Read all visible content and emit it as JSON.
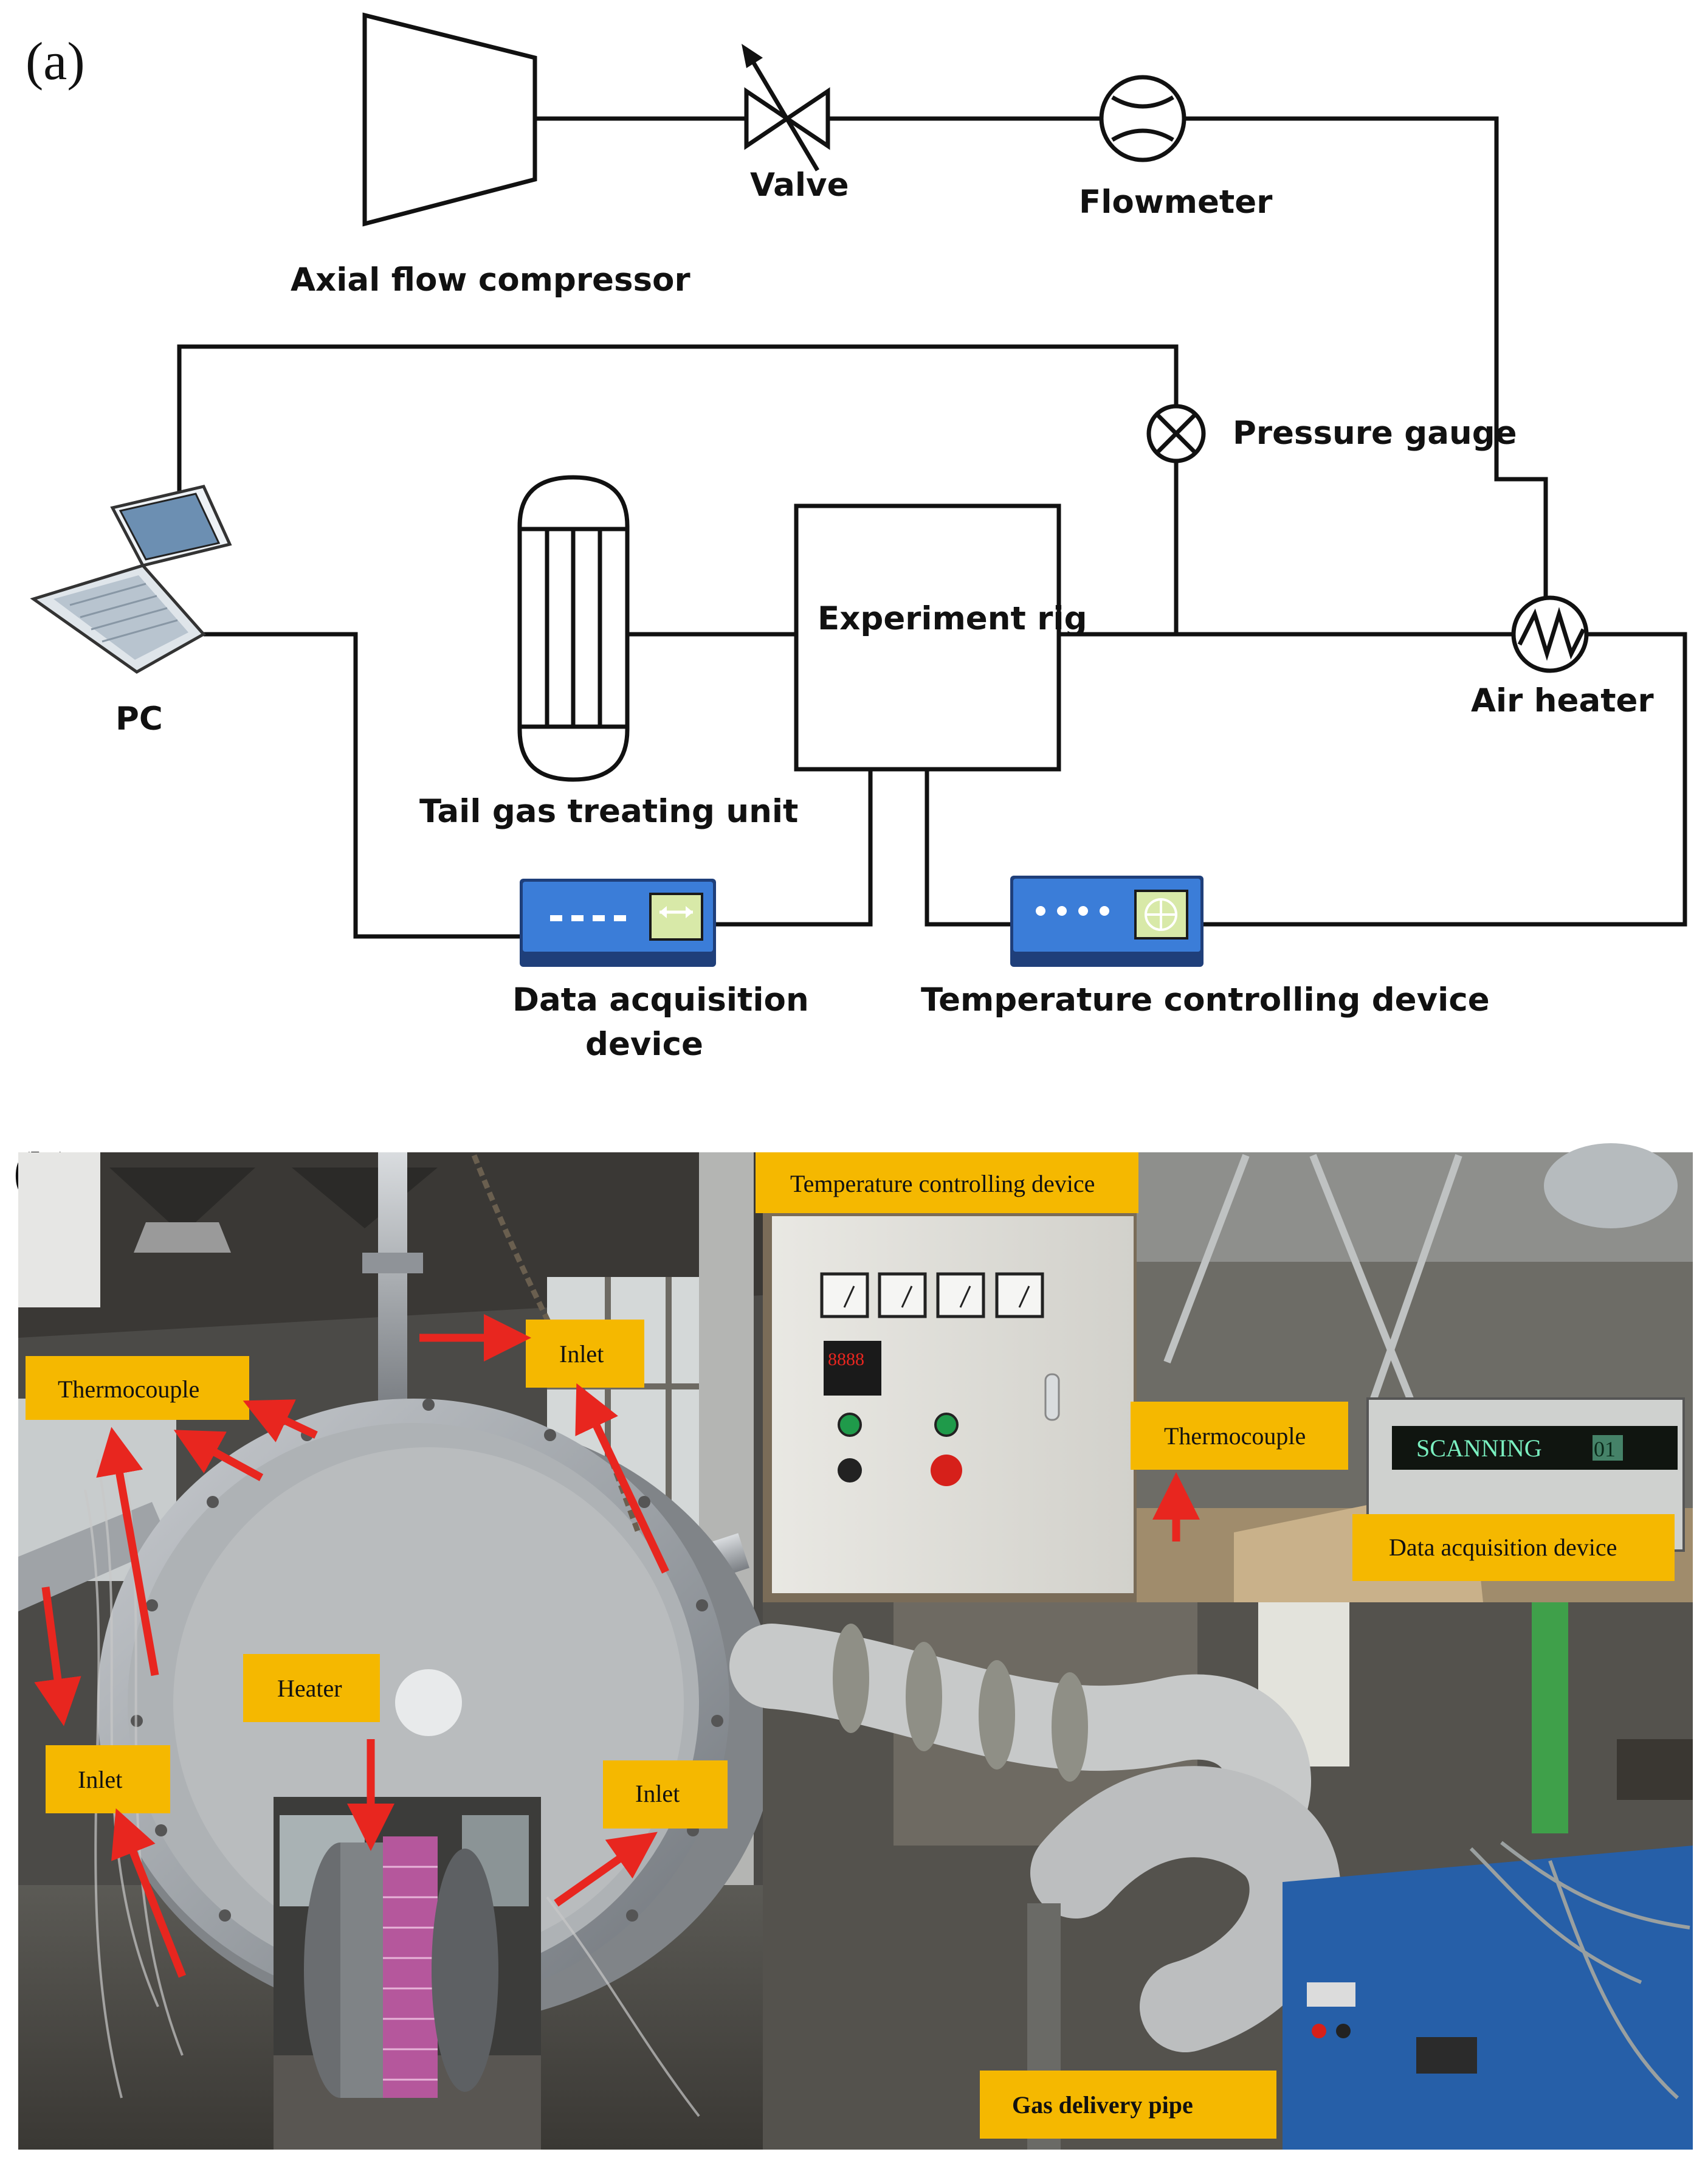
{
  "panel_a": {
    "tag": "(a)",
    "labels": {
      "compressor": "Axial flow compressor",
      "valve": "Valve",
      "flowmeter": "Flowmeter",
      "pressure_gauge": "Pressure gauge",
      "pc": "PC",
      "tail_gas": "Tail gas treating unit",
      "experiment_rig": "Experiment rig",
      "air_heater": "Air heater",
      "daq_line1": "Data acquisition",
      "daq_line2": "device",
      "temp_ctrl": "Temperature controlling device"
    },
    "colors": {
      "device_blue": "#3b7dd8",
      "device_dark": "#1f3f7a",
      "line": "#111111"
    }
  },
  "panel_b": {
    "tag": "(b)",
    "labels": {
      "thermocouple_left": "Thermocouple",
      "inlet_top": "Inlet",
      "inlet_left": "Inlet",
      "inlet_right": "Inlet",
      "heater": "Heater",
      "temp_ctrl": "Temperature controlling device",
      "thermocouple_right": "Thermocouple",
      "daq": "Data acquisition device",
      "gas_pipe": "Gas delivery pipe",
      "display_text": "SCANNING",
      "display_channel": "01",
      "controller_digits": "8888"
    },
    "colors": {
      "label_bg": "#f5b800",
      "arrow": "#e8261f"
    }
  }
}
